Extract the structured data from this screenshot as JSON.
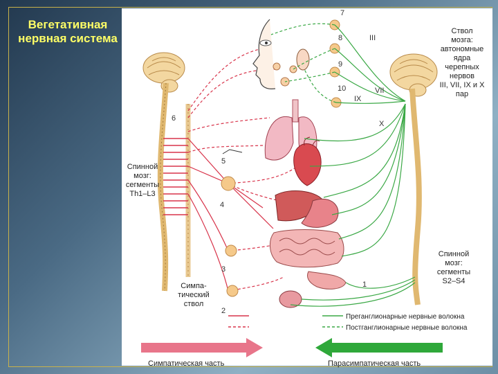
{
  "title": "Вегетативная нервная система",
  "labels": {
    "brainstem": [
      "Ствол",
      "мозга:",
      "автономные",
      "ядра",
      "черепных",
      "нервов",
      "III, VII, IX и X",
      "пар"
    ],
    "spinal_upper": [
      "Спинной",
      "мозг:",
      "сегменты",
      "Th1–L3"
    ],
    "spinal_lower": [
      "Спинной",
      "мозг:",
      "сегменты",
      "S2–S4"
    ],
    "symp_trunk": [
      "Симпа-",
      "тический",
      "ствол"
    ]
  },
  "numbers": {
    "n7": "7",
    "n8": "8",
    "n9": "9",
    "n10": "10",
    "n6": "6",
    "n5": "5",
    "n4": "4",
    "n3": "3",
    "n2": "2",
    "n1": "1"
  },
  "roman": {
    "r3": "III",
    "r7": "VII",
    "r9": "IX",
    "r10": "X"
  },
  "legend": {
    "pre": "Преганглионарные нервные волокна",
    "post": "Постганглионарные нервные волокна"
  },
  "arrows": {
    "sympathetic": "Симпатическая часть",
    "parasympathetic": "Парасимпатическая часть"
  },
  "colors": {
    "sympathetic": "#d8334a",
    "parasympathetic": "#3aa845",
    "title": "#ffff66",
    "arrow_symp": "#e8758a",
    "arrow_para": "#2fa83a"
  }
}
